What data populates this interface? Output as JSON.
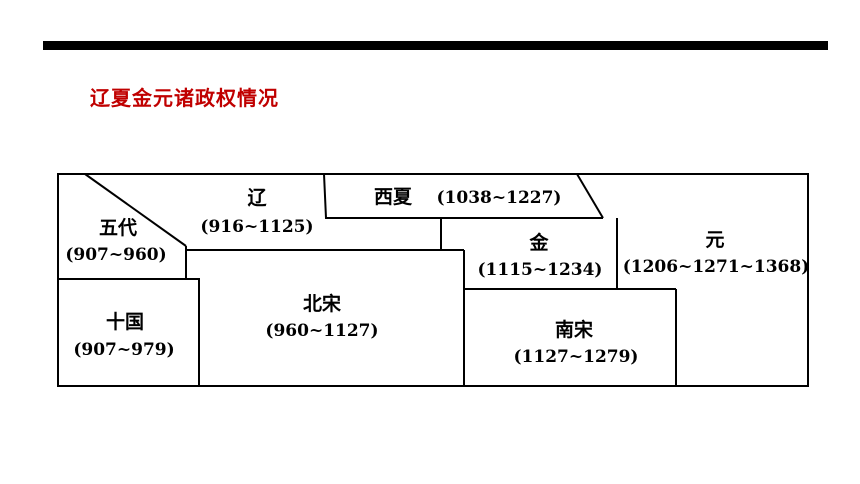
{
  "title": "辽夏金元诸政权情况",
  "regimes": {
    "wudai": {
      "name": "五代",
      "years": "(907~960)"
    },
    "liao": {
      "name": "辽",
      "years": "(916~1125)"
    },
    "xixia": {
      "name": "西夏",
      "years": "(1038~1227)"
    },
    "jin": {
      "name": "金",
      "years": "(1115~1234)"
    },
    "yuan": {
      "name": "元",
      "years": "(1206~1271~1368)"
    },
    "shiguo": {
      "name": "十国",
      "years": "(907~979)"
    },
    "beisong": {
      "name": "北宋",
      "years": "(960~1127)"
    },
    "nansong": {
      "name": "南宋",
      "years": "(1127~1279)"
    }
  }
}
